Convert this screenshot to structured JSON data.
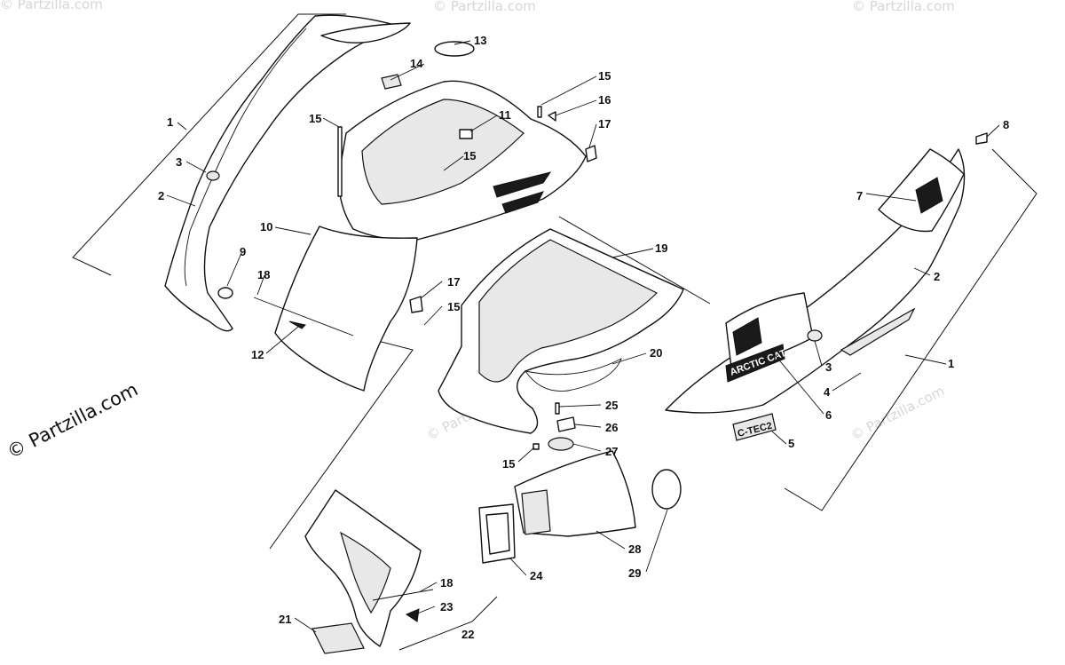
{
  "copyright": "© Partzilla.com",
  "watermark": "© Partzilla.com",
  "decals": {
    "brand": "ARCTIC CAT",
    "model": "C-TEC2"
  },
  "callouts": {
    "c1_left": "1",
    "c2_left": "2",
    "c3_left": "3",
    "c9": "9",
    "c18_top": "18",
    "c12": "12",
    "c10": "10",
    "c14": "14",
    "c13": "13",
    "c15_a": "15",
    "c11": "11",
    "c15_b": "15",
    "c15_c": "15",
    "c16": "16",
    "c17_top": "17",
    "c17_mid": "17",
    "c15_d": "15",
    "c19": "19",
    "c20": "20",
    "c25": "25",
    "c26": "26",
    "c27": "27",
    "c15_e": "15",
    "c28": "28",
    "c24": "24",
    "c29": "29",
    "c18_bot": "18",
    "c23": "23",
    "c21": "21",
    "c22": "22",
    "c8": "8",
    "c7": "7",
    "c2_right": "2",
    "c1_right": "1",
    "c3_right": "3",
    "c4": "4",
    "c6": "6",
    "c5": "5"
  }
}
